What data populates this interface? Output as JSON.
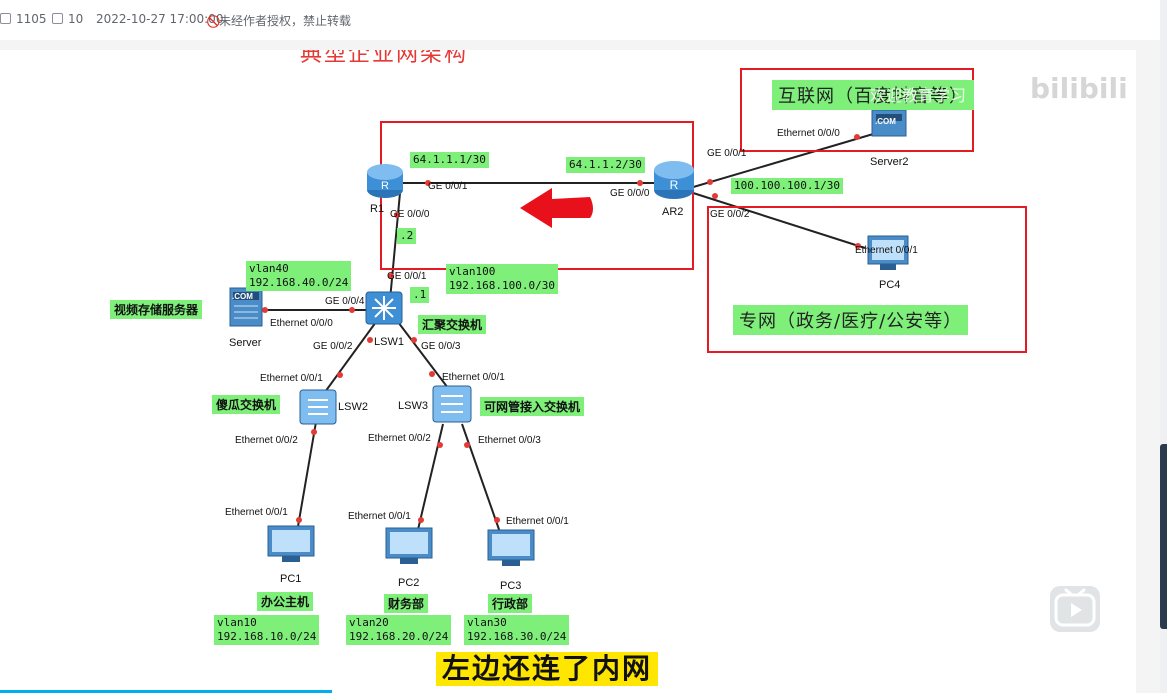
{
  "meta": {
    "views": "1105",
    "comments": "10",
    "datetime": "2022-10-27 17:00:00",
    "notice": "未经作者授权，禁止转载"
  },
  "video": {
    "title_partial": "典型企业网架构",
    "watermark": "bilibili",
    "watermark_text": "欢迎教育学习",
    "subtitle": "左边还连了内网"
  },
  "diagram": {
    "devices": {
      "r1": "R1",
      "ar2": "AR2",
      "server2": "Server2",
      "pc4": "PC4",
      "server": "Server",
      "lsw1": "LSW1",
      "lsw2": "LSW2",
      "lsw3": "LSW3",
      "pc1": "PC1",
      "pc2": "PC2",
      "pc3": "PC3",
      "com": ".COM"
    },
    "ports": {
      "r1_ge01": "GE 0/0/1",
      "r1_ge00": "GE 0/0/0",
      "ar2_ge00": "GE 0/0/0",
      "ar2_ge01": "GE 0/0/1",
      "ar2_ge02": "GE 0/0/2",
      "server2_eth": "Ethernet 0/0/0",
      "pc4_eth": "Ethernet 0/0/1",
      "lsw1_ge01": "GE 0/0/1",
      "lsw1_ge04": "GE 0/0/4",
      "lsw1_ge02": "GE 0/0/2",
      "lsw1_ge03": "GE 0/0/3",
      "server_eth": "Ethernet 0/0/0",
      "lsw2_eth01": "Ethernet 0/0/1",
      "lsw2_eth02": "Ethernet 0/0/2",
      "lsw3_eth01": "Ethernet 0/0/1",
      "lsw3_eth02": "Ethernet 0/0/2",
      "lsw3_eth03": "Ethernet 0/0/3",
      "pc1_eth": "Ethernet 0/0/1",
      "pc2_eth": "Ethernet 0/0/1",
      "pc3_eth": "Ethernet 0/0/1"
    },
    "labels": {
      "r1_ip": "64.1.1.1/30",
      "ar2_ip": "64.1.1.2/30",
      "ar2_pub": "100.100.100.1/30",
      "dot2": ".2",
      "dot1": ".1",
      "vlan100": "vlan100",
      "vlan100_net": "192.168.100.0/30",
      "vlan40": "vlan40",
      "vlan40_net": "192.168.40.0/24",
      "video_server": "视频存储服务器",
      "agg_switch": "汇聚交换机",
      "dumb_switch": "傻瓜交换机",
      "managed_switch": "可网管接入交换机",
      "internet": "互联网（百度抖音等）",
      "private_net": "专网（政务/医疗/公安等）",
      "pc1_role": "办公主机",
      "pc2_role": "财务部",
      "pc3_role": "行政部",
      "vlan10": "vlan10",
      "vlan10_net": "192.168.10.0/24",
      "vlan20": "vlan20",
      "vlan20_net": "192.168.20.0/24",
      "vlan30": "vlan30",
      "vlan30_net": "192.168.30.0/24"
    }
  },
  "colors": {
    "highlight_box": "#e51b23",
    "label_bg": "#7ef07a",
    "subtitle_bg": "#ffe600",
    "arrow": "#e8101b",
    "link": "#222222",
    "port_dot": "#e53935"
  }
}
